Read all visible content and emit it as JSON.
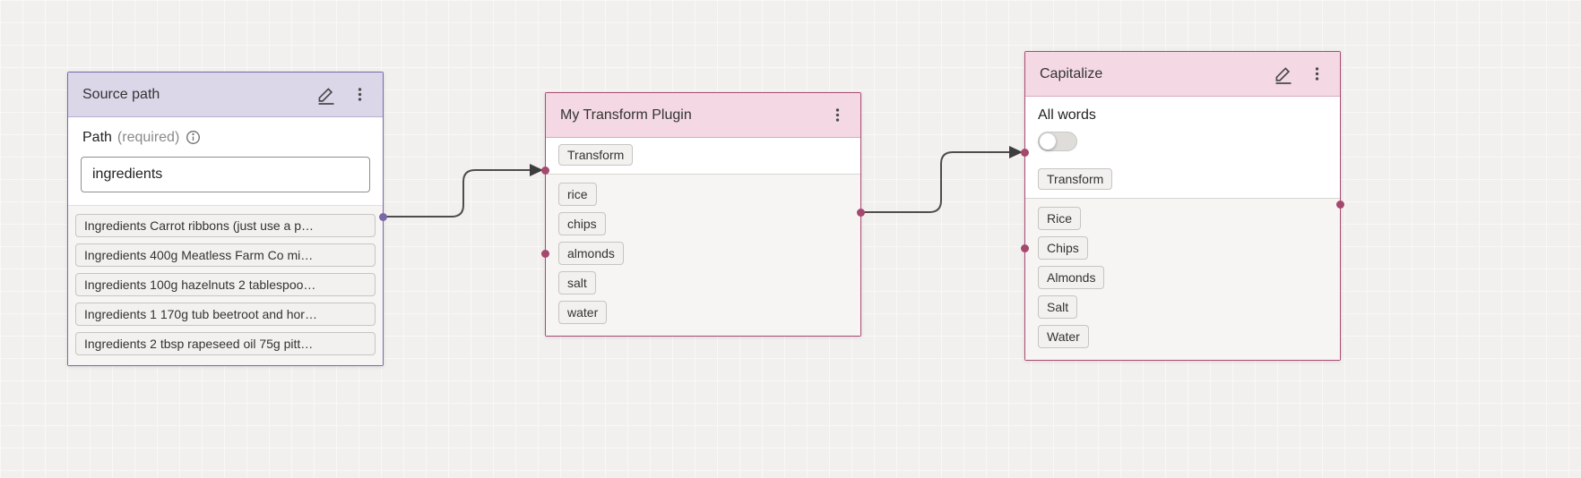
{
  "nodes": {
    "source": {
      "title": "Source path",
      "field": {
        "label": "Path",
        "required": "(required)",
        "value": "ingredients"
      },
      "outputs": [
        "Ingredients Carrot ribbons (just use a p…",
        "Ingredients 400g Meatless Farm Co mi…",
        "Ingredients 100g hazelnuts 2 tablespoo…",
        "Ingredients 1 170g tub beetroot and hor…",
        "Ingredients 2 tbsp rapeseed oil 75g pitt…"
      ]
    },
    "transform": {
      "title": "My Transform Plugin",
      "badge": "Transform",
      "outputs": [
        "rice",
        "chips",
        "almonds",
        "salt",
        "water"
      ]
    },
    "capitalize": {
      "title": "Capitalize",
      "toggle_label": "All words",
      "toggle_state": "off",
      "badge": "Transform",
      "outputs": [
        "Rice",
        "Chips",
        "Almonds",
        "Salt",
        "Water"
      ]
    }
  },
  "colors": {
    "source_accent": "#7b68a8",
    "source_header_bg": "#dcd6e9",
    "transform_accent": "#ab4a73",
    "transform_header_bg": "#f4d8e3",
    "edge": "#4d4d4d",
    "canvas_bg": "#f1f0ee"
  }
}
